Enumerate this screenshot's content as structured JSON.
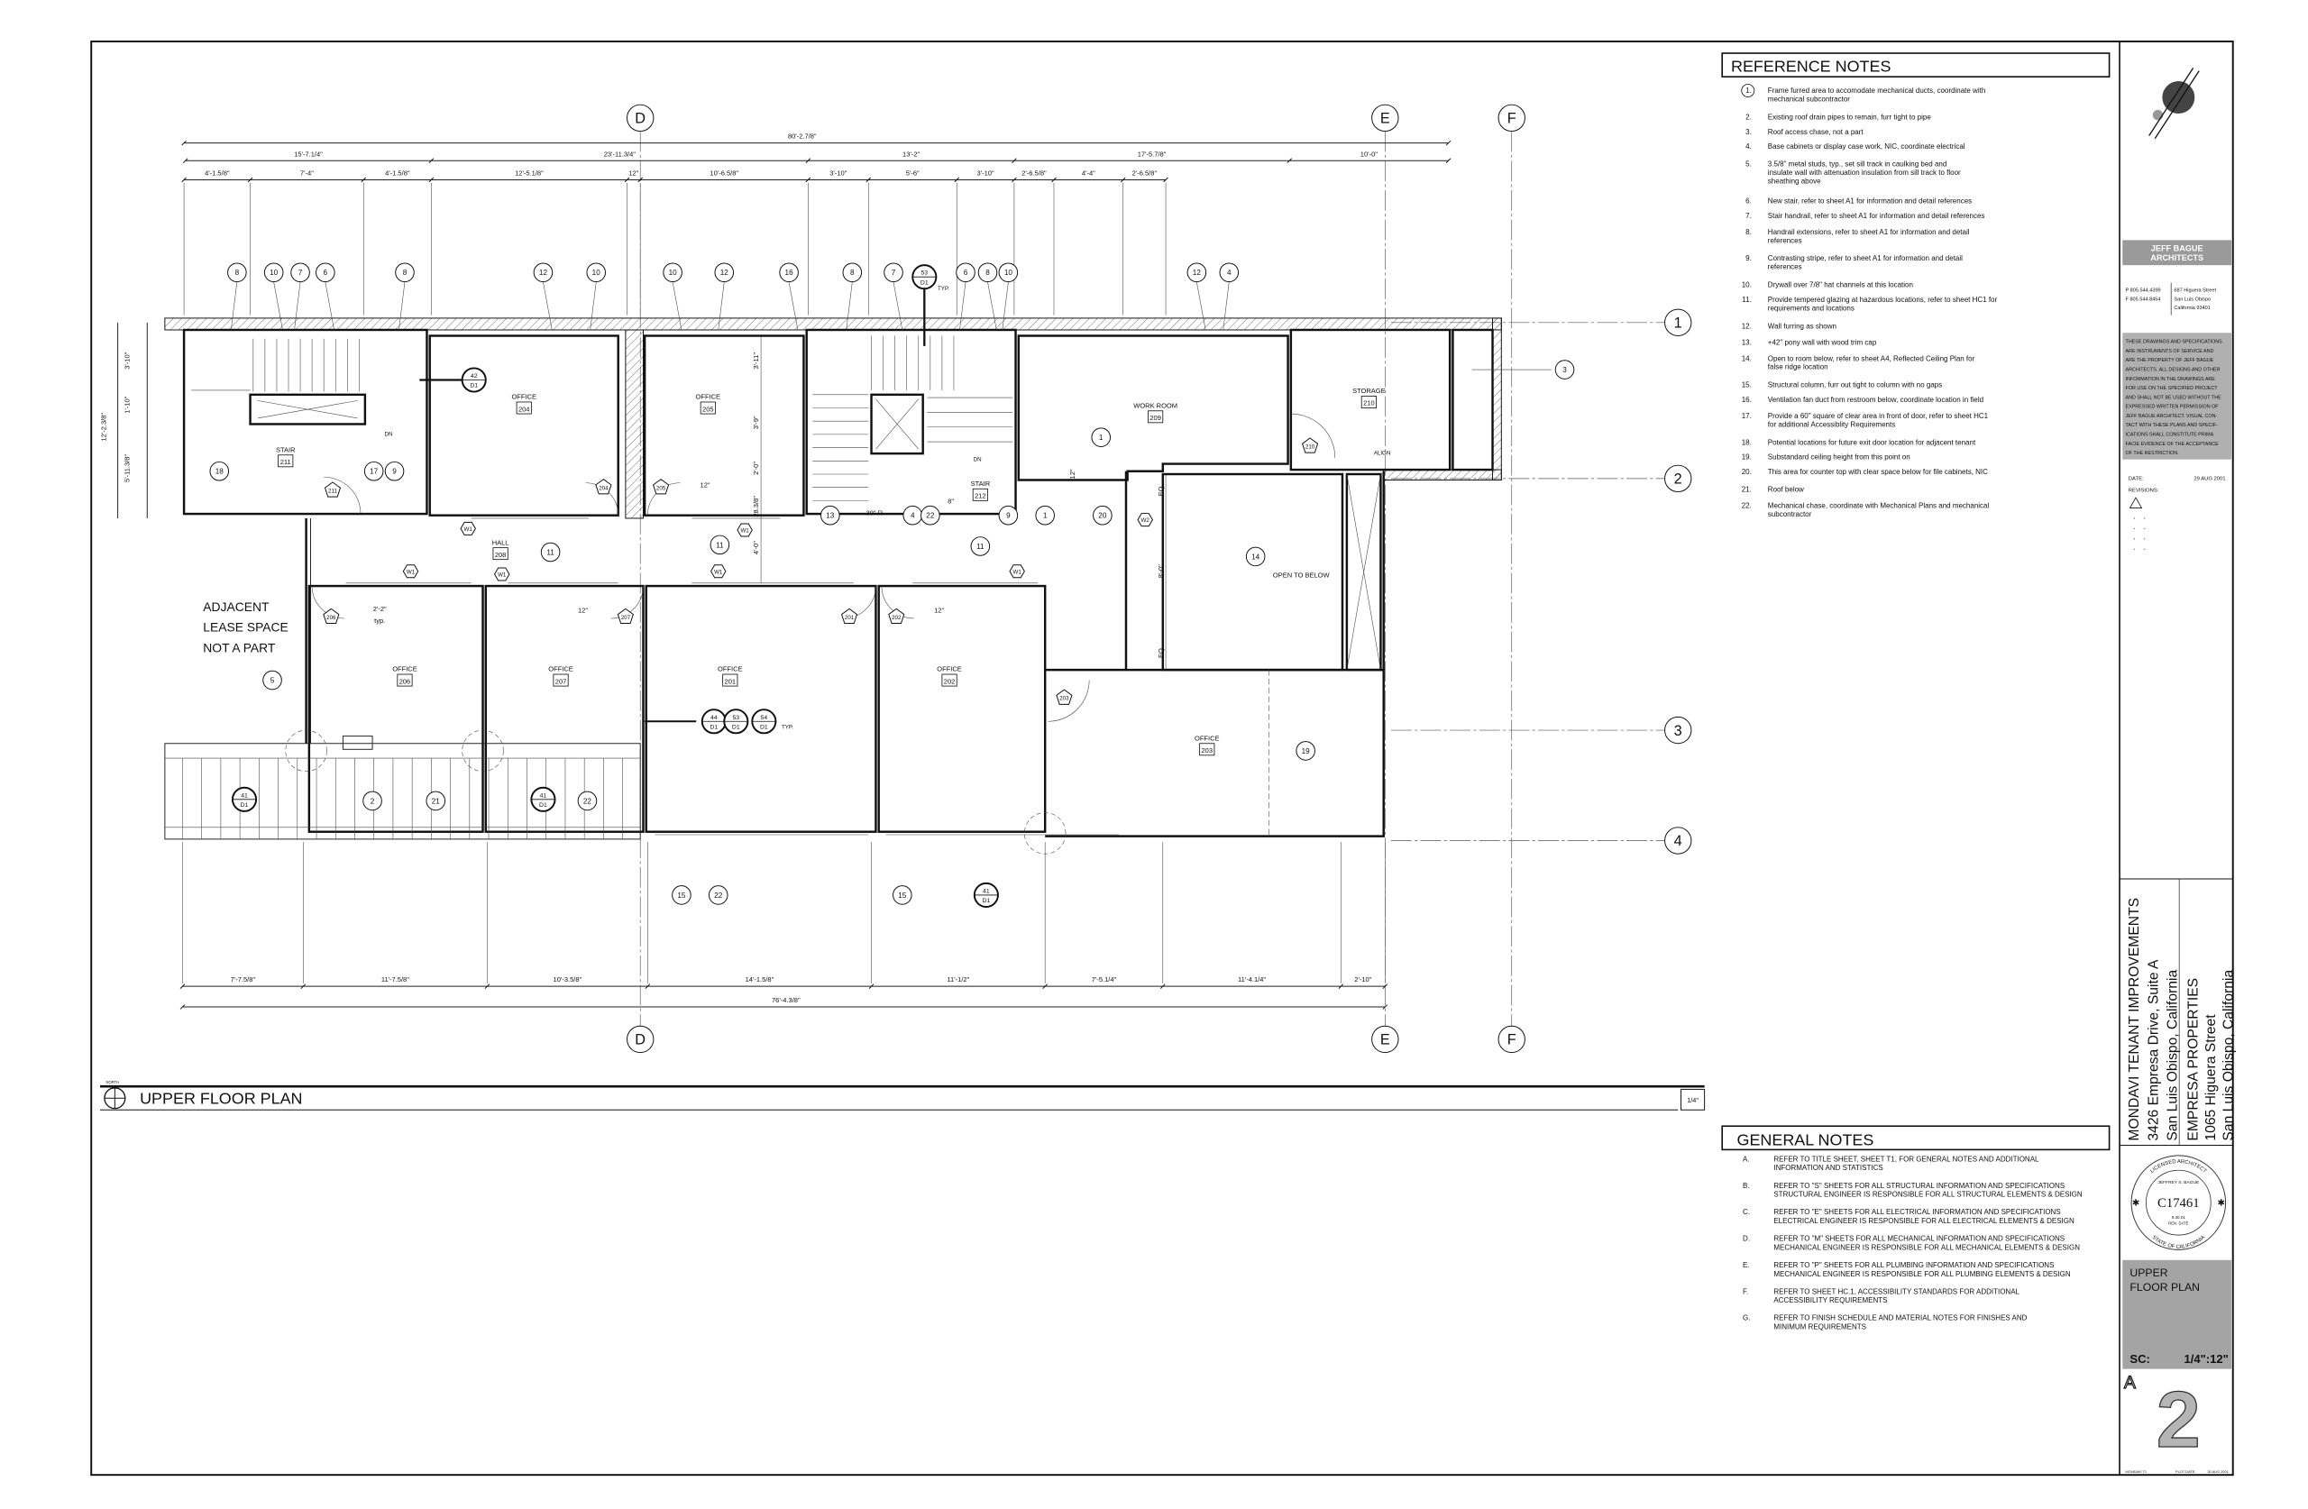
{
  "reference_notes": {
    "title": "REFERENCE NOTES",
    "items": [
      {
        "num": "1.",
        "lines": [
          "Frame furred area to accomodate mechanical ducts, coordinate with",
          "mechanical subcontractor"
        ]
      },
      {
        "num": "2.",
        "lines": [
          "Existing roof drain pipes to remain, furr tight to pipe"
        ]
      },
      {
        "num": "3.",
        "lines": [
          "Roof access chase, not a part"
        ]
      },
      {
        "num": "4.",
        "lines": [
          "Base cabinets or display case work, NIC, coordinate electrical"
        ]
      },
      {
        "num": "5.",
        "lines": [
          "3.5/8\" metal studs, typ., set sill track in caulking bed and",
          "insulate wall with attenuation insulation from sill track to floor",
          "sheathing above"
        ]
      },
      {
        "num": "6.",
        "lines": [
          "New stair, refer to sheet A1 for information and detail references"
        ]
      },
      {
        "num": "7.",
        "lines": [
          "Stair handrail, refer to sheet A1 for information and detail references"
        ]
      },
      {
        "num": "8.",
        "lines": [
          "Handrail extensions, refer to sheet A1 for information and detail",
          "references"
        ]
      },
      {
        "num": "9.",
        "lines": [
          "Contrasting stripe, refer to sheet A1 for information and detail",
          "references"
        ]
      },
      {
        "num": "10.",
        "lines": [
          "Drywall over 7/8\" hat channels at this location"
        ]
      },
      {
        "num": "11.",
        "lines": [
          "Provide tempered glazing at hazardous locations, refer to sheet HC1 for",
          "requirements and locations"
        ]
      },
      {
        "num": "12.",
        "lines": [
          "Wall furring as shown"
        ]
      },
      {
        "num": "13.",
        "lines": [
          "+42\" pony wall with wood trim cap"
        ]
      },
      {
        "num": "14.",
        "lines": [
          "Open to room below, refer to sheet A4, Reflected Ceiling Plan for",
          "false ridge location"
        ]
      },
      {
        "num": "15.",
        "lines": [
          "Structural column, furr out tight to column with no gaps"
        ]
      },
      {
        "num": "16.",
        "lines": [
          "Ventilation fan duct from restroom below, coordinate location in field"
        ]
      },
      {
        "num": "17.",
        "lines": [
          "Provide a 60\" square of clear area in front of door, refer to sheet HC1",
          "for additional Accessiblity Requirements"
        ]
      },
      {
        "num": "18.",
        "lines": [
          "Potential locations for future exit door location for adjacent tenant"
        ]
      },
      {
        "num": "19.",
        "lines": [
          "Substandard ceiling height from this point on"
        ]
      },
      {
        "num": "20.",
        "lines": [
          "This area for counter top with clear space below for file cabinets, NIC"
        ]
      },
      {
        "num": "21.",
        "lines": [
          "Roof below"
        ]
      },
      {
        "num": "22.",
        "lines": [
          "Mechanical chase, coordinate with Mechanical Plans and mechanical",
          "subcontractor"
        ]
      }
    ]
  },
  "general_notes": {
    "title": "GENERAL NOTES",
    "items": [
      {
        "letter": "A.",
        "lines": [
          "REFER TO TITLE SHEET, SHEET T1, FOR GENERAL NOTES AND ADDITIONAL",
          "INFORMATION AND STATISTICS"
        ]
      },
      {
        "letter": "B.",
        "lines": [
          "REFER TO \"S\" SHEETS FOR ALL STRUCTURAL INFORMATION AND SPECIFICATIONS",
          "STRUCTURAL ENGINEER IS RESPONSIBLE FOR ALL STRUCTURAL ELEMENTS & DESIGN"
        ]
      },
      {
        "letter": "C.",
        "lines": [
          "REFER TO \"E\" SHEETS FOR ALL ELECTRICAL INFORMATION AND SPECIFICATIONS",
          "ELECTRICAL ENGINEER IS RESPONSIBLE FOR ALL ELECTRICAL ELEMENTS & DESIGN"
        ]
      },
      {
        "letter": "D.",
        "lines": [
          "REFER TO \"M\" SHEETS FOR ALL MECHANICAL INFORMATION AND SPECIFICATIONS",
          "MECHANICAL ENGINEER IS RESPONSIBLE FOR ALL MECHANICAL ELEMENTS & DESIGN"
        ]
      },
      {
        "letter": "E.",
        "lines": [
          "REFER TO \"P\" SHEETS FOR ALL PLUMBING INFORMATION AND SPECIFICATIONS",
          "MECHANICAL ENGINEER IS RESPONSIBLE FOR ALL PLUMBING ELEMENTS & DESIGN"
        ]
      },
      {
        "letter": "F.",
        "lines": [
          "REFER TO SHEET HC.1, ACCESSIBILITY STANDARDS FOR ADDITIONAL",
          "ACCESSIBILITY REQUIREMENTS"
        ]
      },
      {
        "letter": "G.",
        "lines": [
          "REFER TO FINISH SCHEDULE AND MATERIAL NOTES FOR FINISHES AND",
          "MINIMUM REQUIREMENTS"
        ]
      }
    ]
  },
  "plan": {
    "title": "UPPER FLOOR PLAN",
    "north_label": "NORTH",
    "scale_badge": "1/4\"",
    "grid_columns": [
      "D",
      "E",
      "F"
    ],
    "grid_rows": [
      "1",
      "2",
      "3",
      "4"
    ],
    "rooms": [
      {
        "name": "OFFICE",
        "number": "204"
      },
      {
        "name": "OFFICE",
        "number": "205"
      },
      {
        "name": "STAIR",
        "number": "211"
      },
      {
        "name": "HALL",
        "number": "208"
      },
      {
        "name": "WORK ROOM",
        "number": "209"
      },
      {
        "name": "STORAGE",
        "number": "210"
      },
      {
        "name": "STAIR",
        "number": "212"
      },
      {
        "name": "OFFICE",
        "number": "206"
      },
      {
        "name": "OFFICE",
        "number": "207"
      },
      {
        "name": "OFFICE",
        "number": "201"
      },
      {
        "name": "OFFICE",
        "number": "202"
      },
      {
        "name": "OFFICE",
        "number": "203"
      }
    ],
    "adjacent_space": [
      "ADJACENT",
      "LEASE SPACE",
      "NOT A PART"
    ],
    "open_to_below": "OPEN TO BELOW",
    "dimensions": {
      "top_overall": "80'-2.7/8\"",
      "top_row2": [
        "15'-7.1/4\"",
        "23'-11.3/4\"",
        "13'-2\"",
        "17'-5.7/8\"",
        "10'-0\""
      ],
      "top_row3": [
        "4'-1.5/8\"",
        "7'-4\"",
        "4'-1.5/8\"",
        "12'-5.1/8\"",
        "12\"",
        "10'-6.5/8\"",
        "3'-10\"",
        "5'-6\"",
        "3'-10\"",
        "2'-6.5/8\"",
        "4'-4\"",
        "2'-6.5/8\""
      ],
      "bottom": [
        "7'-7.5/8\"",
        "11'-7.5/8\"",
        "10'-3.5/8\"",
        "14'-1.5/8\"",
        "11'-1/2\"",
        "7'-5.1/4\"",
        "11'-4.1/4\"",
        "2'-10\""
      ],
      "bottom_overall": "76'-4.3/8\"",
      "left": [
        "3'-10\"",
        "1'-10\"",
        "5'-11.3/8\"",
        "12'-2.3/8\""
      ],
      "interior": [
        "3'-11\"",
        "3'-9\"",
        "2'-0\"",
        "28.3/8\"",
        "4'-0\"",
        "EQ.",
        "8'-0\"",
        "EQ.",
        "12\"",
        "12\"",
        "12\"",
        "12\"",
        "2'-2\"",
        "typ.",
        "39\" R",
        "8\""
      ]
    },
    "annotations": [
      "DN",
      "DN",
      "TYP.",
      "TYP.",
      "ALIGN"
    ],
    "keynotes": [
      "8",
      "10",
      "7",
      "6",
      "8",
      "12",
      "10",
      "10",
      "12",
      "16",
      "8",
      "7",
      "6",
      "8",
      "10",
      "12",
      "4",
      "18",
      "17",
      "9",
      "5",
      "11",
      "11",
      "11",
      "13",
      "4",
      "22",
      "9",
      "1",
      "1",
      "20",
      "14",
      "19",
      "2",
      "21",
      "22",
      "15",
      "22",
      "15",
      "3"
    ],
    "detail_tags": [
      {
        "num": "41",
        "sheet": "D1"
      },
      {
        "num": "41",
        "sheet": "D1"
      },
      {
        "num": "41",
        "sheet": "D1"
      },
      {
        "num": "42",
        "sheet": "D1"
      },
      {
        "num": "53",
        "sheet": "D1"
      },
      {
        "num": "44",
        "sheet": "D1"
      },
      {
        "num": "53",
        "sheet": "D1"
      },
      {
        "num": "54",
        "sheet": "D1"
      }
    ],
    "door_tags": [
      "211",
      "204",
      "205",
      "206",
      "207",
      "201",
      "202",
      "203",
      "210"
    ],
    "window_tags": [
      "W1",
      "W1",
      "W1",
      "W1",
      "W1",
      "W1",
      "W2"
    ]
  },
  "title_block": {
    "firm_name": [
      "JEFF BAGUE",
      "ARCHITECTS"
    ],
    "phone": "P 805.544.4399",
    "fax": "F 805.544.8454",
    "address": [
      "687 Higuera Street",
      "San Luis Obispo",
      "California  93401"
    ],
    "disclaimer": [
      "THESE DRAWINGS AND SPECIFICATIONS",
      "ARE INSTRUMENTS OF SERVICE AND",
      "ARE THE PROPERTY OF JEFF BAGUE",
      "ARCHITECTS. ALL DESIGNS AND OTHER",
      "INFORMATION IN THE DRAWINGS ARE",
      "FOR USE ON THE SPECIFIED PROJECT",
      "AND SHALL NOT BE USED WITHOUT THE",
      "EXPRESSED WRITTEN PERMISSION OF",
      "JEFF BAGUE ARCHITECT. VISUAL CON-",
      "TACT WITH THESE PLANS AND SPECIF-",
      "ICATIONS SHALL CONSTITUTE PRIMA",
      "FACIE EVIDENCE OF THE ACCEPTANCE",
      "OF THE RESTRICTION."
    ],
    "date_label": "DATE:",
    "date_value": "29 AUG 2001",
    "revisions_label": "REVISIONS:",
    "project": [
      "MONDAVI TENANT IMPROVEMENTS",
      "3426 Empresa Drive, Suite A",
      "San Luis Obispo, California"
    ],
    "owner": [
      "EMPRESA PROPERTIES",
      "1065 Higuera Street",
      "San Luis Obispo, California"
    ],
    "seal": {
      "top": "LICENSED ARCHITECT",
      "name": "JEFFREY S. BAGUE",
      "license": "C17461",
      "renewal": "9.30.01",
      "renewal_label": "REN. DATE",
      "bottom": "STATE OF CALIFORNIA"
    },
    "sheet_title": [
      "UPPER",
      "FLOOR PLAN"
    ],
    "scale_label": "SC:",
    "scale_value": "1/4\":12\"",
    "sheet_prefix": "A",
    "sheet_number": "2",
    "footer": [
      "MONDAVI T1",
      "PLOT DATE:",
      "30 AUG 2001"
    ]
  }
}
